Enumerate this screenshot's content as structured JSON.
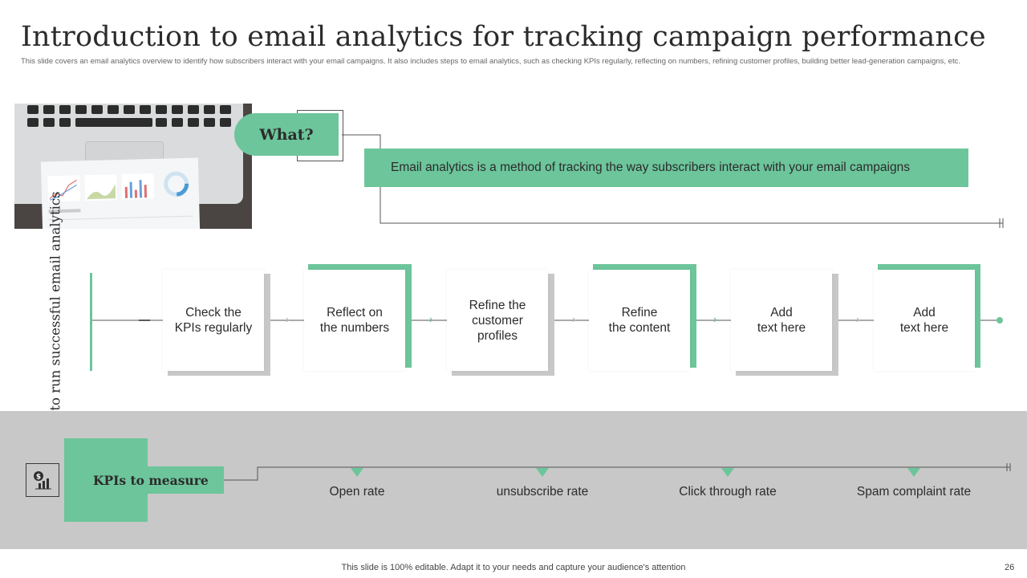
{
  "title": "Introduction to email analytics for tracking campaign performance",
  "subtitle": "This slide covers an email analytics overview to identify how subscribers interact with your email campaigns. It also includes steps to email analytics, such as checking KPIs regularly, reflecting on numbers, refining customer profiles, building better lead-generation campaigns, etc.",
  "what": {
    "label": "What?",
    "definition": "Email analytics  is a method of tracking the way subscribers interact with your email campaigns"
  },
  "steps": {
    "label": "Steps to run successful email analytics",
    "items": [
      "Check the\nKPIs regularly",
      "Reflect on\nthe numbers",
      "Refine the\ncustomer\nprofiles",
      "Refine\nthe content",
      "Add\ntext here",
      "Add\ntext here"
    ]
  },
  "kpis": {
    "label": "KPIs to measure",
    "items": [
      "Open rate",
      "unsubscribe rate",
      "Click through rate",
      "Spam complaint rate"
    ]
  },
  "footer": "This slide is 100% editable. Adapt it to your needs and capture your audience's attention",
  "page_number": "26",
  "colors": {
    "accent": "#6dc59b",
    "band": "#c8c8c8",
    "card_shadow": "#c8c8c8"
  },
  "icons": {
    "kpi": "chart-dollar-icon"
  }
}
